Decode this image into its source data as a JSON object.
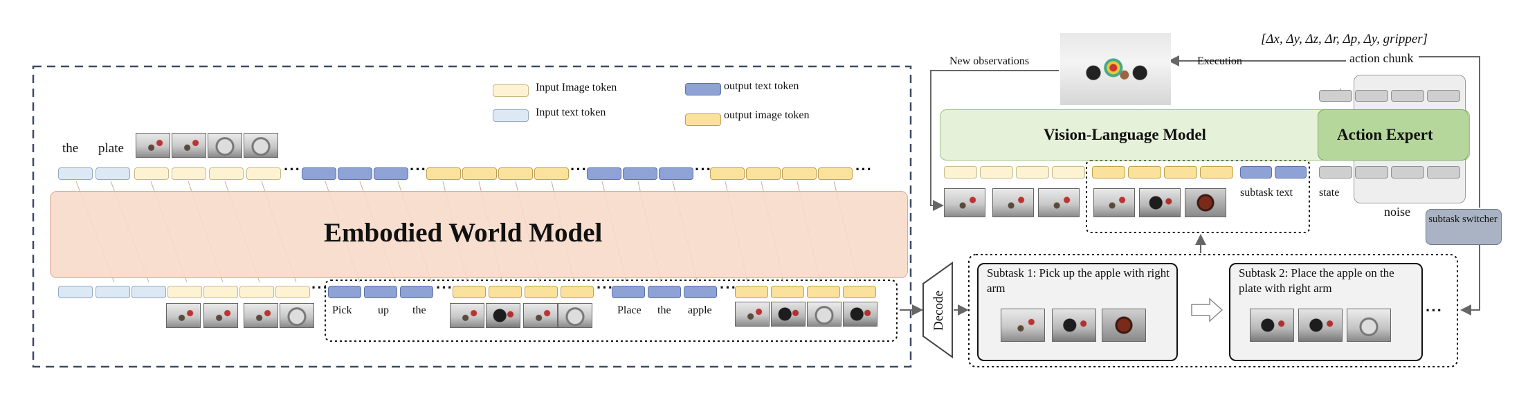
{
  "legend": {
    "input_image_token": "Input Image token",
    "input_text_token": "Input text token",
    "output_text_token": "output text token",
    "output_image_token": "output image token"
  },
  "world_model": {
    "title": "Embodied World Model",
    "top_words": [
      "the",
      "plate"
    ],
    "bottom_words": [
      "Pick",
      "up",
      "the",
      "Place",
      "the",
      "apple"
    ]
  },
  "decode_label": "Decode",
  "vla": {
    "vlm_label": "Vision-Language Model",
    "action_expert_label": "Action Expert",
    "new_observations": "New observations",
    "execution": "Execution",
    "action_vector": "[Δx, Δy, Δz, Δr, Δp, Δy, gripper]",
    "action_chunk": "action chunk",
    "state": "state",
    "noise": "noise",
    "subtask_text": "subtask text",
    "subtask_switcher": "subtask switcher"
  },
  "subtasks": [
    {
      "label": "Subtask 1: Pick up the apple with right arm"
    },
    {
      "label": "Subtask 2: Place the apple on the plate with right arm"
    }
  ],
  "colors": {
    "world_model_fill": "#f7dccb",
    "vlm_fill": "#e6f1d9",
    "action_expert_fill": "#b5d79c",
    "subtask_switcher_fill": "#aab3c3"
  }
}
